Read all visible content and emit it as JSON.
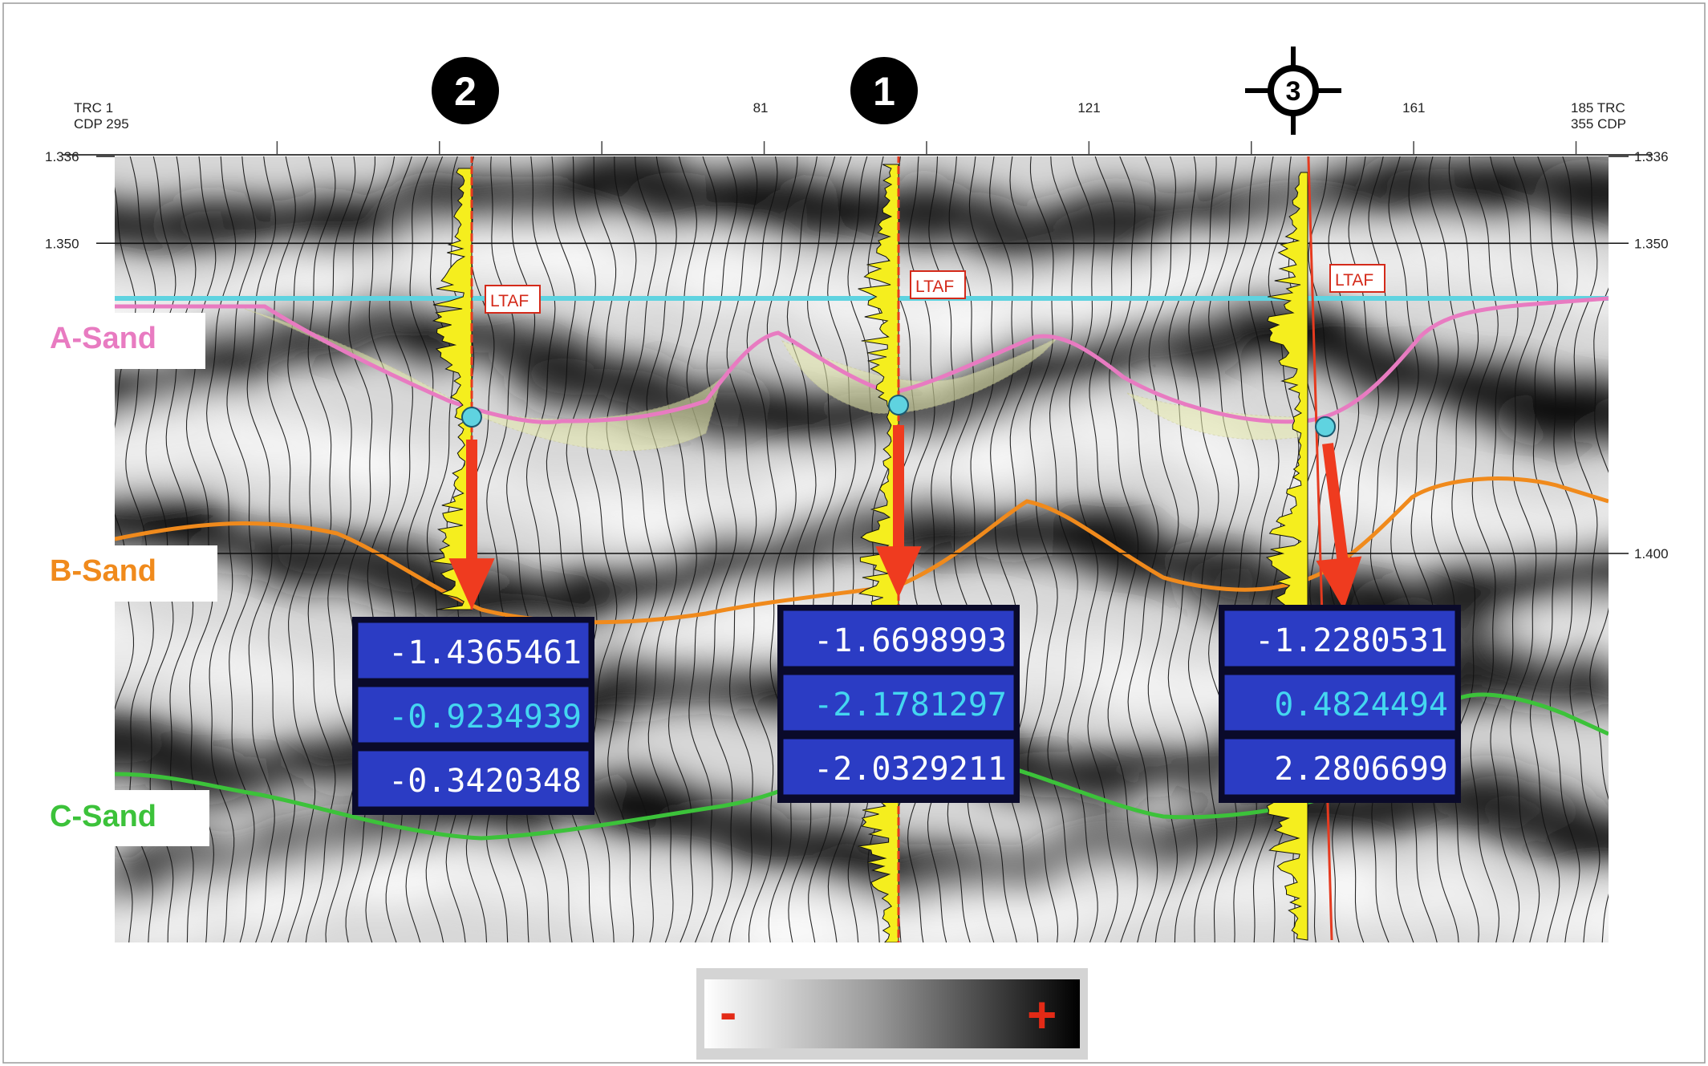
{
  "axis": {
    "top_left_label": [
      "TRC 1",
      "CDP 295"
    ],
    "top_right_label": [
      "185 TRC",
      "355 CDP"
    ],
    "top_ticks": [
      {
        "label": "81",
        "trace": 81
      },
      {
        "label": "121",
        "trace": 121
      },
      {
        "label": "161",
        "trace": 161
      }
    ],
    "time_ticks": [
      {
        "label": "1.336",
        "time": 1.336
      },
      {
        "label": "1.350",
        "time": 1.35
      },
      {
        "label": "1.400",
        "time": 1.4
      }
    ]
  },
  "horizons": [
    {
      "key": "ltaf",
      "name": "LTAF",
      "color": "#5fd3e0"
    },
    {
      "key": "a_sand",
      "name": "A-Sand",
      "color": "#e87bc1"
    },
    {
      "key": "b_sand",
      "name": "B-Sand",
      "color": "#f08a1c"
    },
    {
      "key": "c_sand",
      "name": "C-Sand",
      "color": "#3cc23a"
    }
  ],
  "wells": [
    {
      "id": "2",
      "label": "2",
      "values": [
        "-1.4365461",
        "-0.9234939",
        "-0.3420348"
      ]
    },
    {
      "id": "1",
      "label": "1",
      "values": [
        "-1.6698993",
        "-2.1781297",
        "-2.0329211"
      ]
    },
    {
      "id": "3",
      "label": "3",
      "values": [
        "-1.2280531",
        "0.4824494",
        "2.2806699"
      ]
    }
  ],
  "ltaf_tag": "LTAF",
  "colors": {
    "readout_bg": "#2b3cc4",
    "readout_text_white": "#ffffff",
    "readout_text_cyan": "#44d6f0",
    "arrow": "#ef3b1f",
    "log_fill": "#f5ee1e",
    "sand_body": "#e8ecae"
  },
  "colorbar": {
    "min_label": "-",
    "max_label": "+"
  }
}
